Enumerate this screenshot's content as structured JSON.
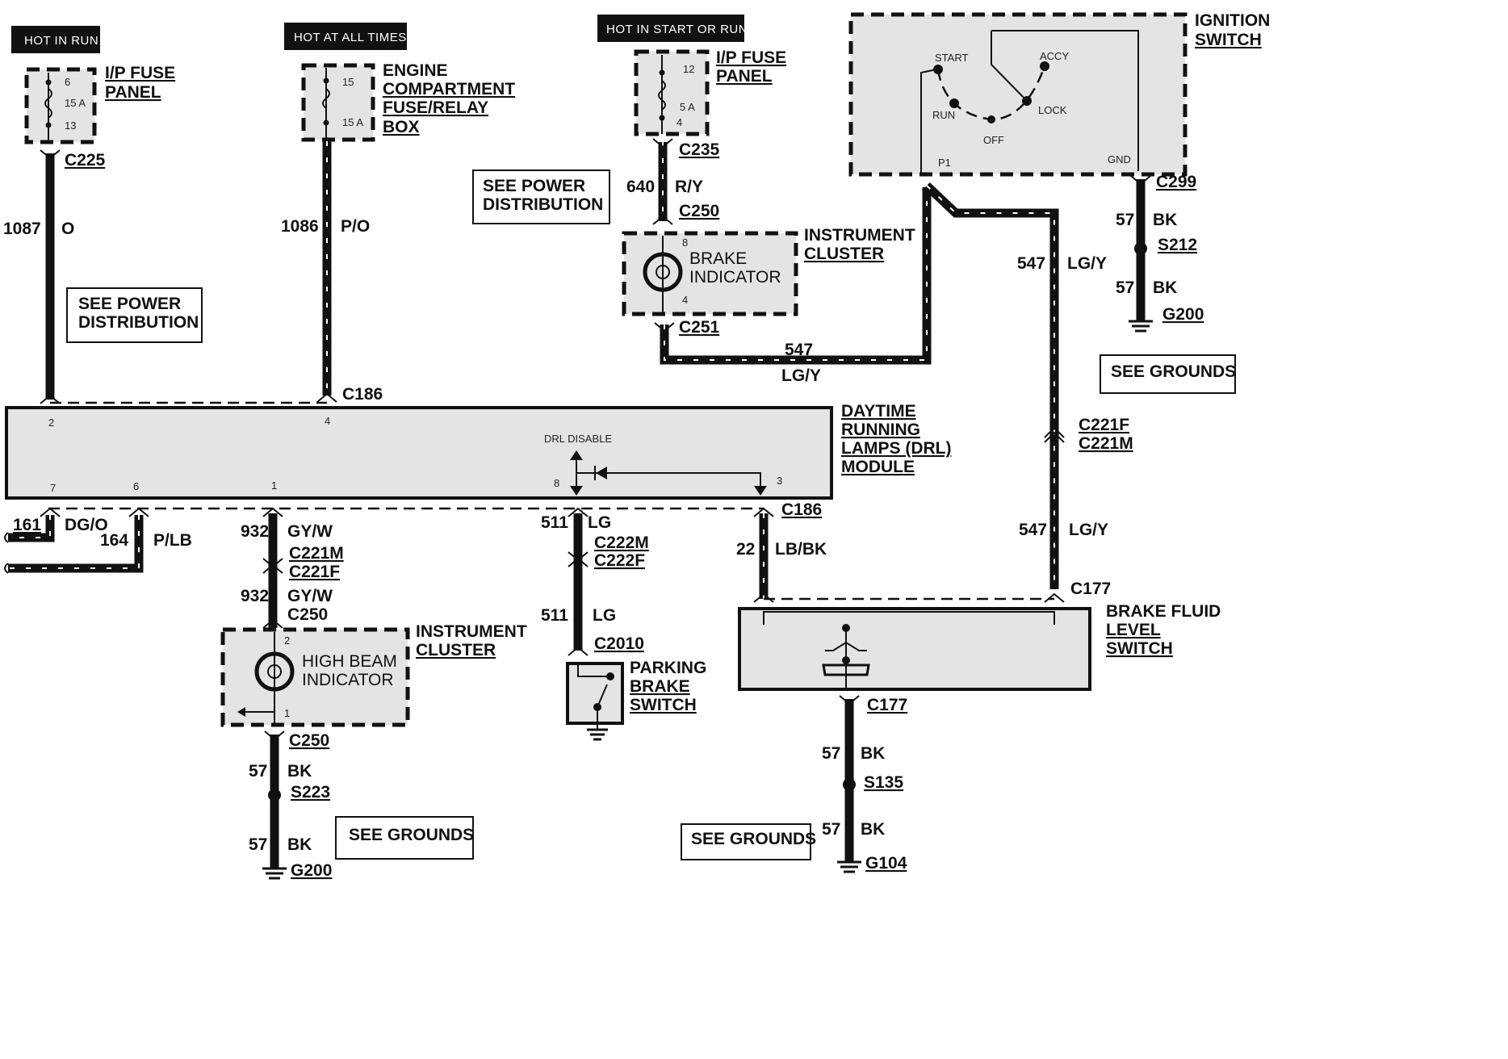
{
  "power_tags": {
    "hot_in_run": "HOT IN RUN",
    "hot_at_all_times": "HOT AT ALL TIMES",
    "hot_in_start_or_run": "HOT IN START OR RUN"
  },
  "fuse_panel_1": {
    "name": [
      "I/P FUSE",
      "PANEL"
    ],
    "fuse_no": "6",
    "rating": "15 A",
    "pin": "13",
    "connector": "C225",
    "circuit": "1087",
    "color": "O"
  },
  "fuse_box_2": {
    "name": [
      "ENGINE",
      "COMPARTMENT",
      "FUSE/RELAY",
      "BOX"
    ],
    "fuse_no": "15",
    "rating": "15 A",
    "circuit": "1086",
    "color": "P/O",
    "connector": "C186"
  },
  "fuse_panel_3": {
    "name": [
      "I/P FUSE",
      "PANEL"
    ],
    "fuse_no": "12",
    "rating": "5 A",
    "pin": "4",
    "connector_top": "C235",
    "circuit": "640",
    "color": "R/Y",
    "connector_bottom": "C250"
  },
  "see_power_1": [
    "SEE POWER",
    "DISTRIBUTION"
  ],
  "see_power_2": [
    "SEE POWER",
    "DISTRIBUTION"
  ],
  "instrument_cluster_top": {
    "name": [
      "INSTRUMENT",
      "CLUSTER"
    ],
    "indicator": [
      "BRAKE",
      "INDICATOR"
    ],
    "pin_top": "8",
    "pin_bottom": "4",
    "connector": "C251",
    "circuit": "547",
    "color": "LG/Y"
  },
  "ignition_switch": {
    "name": [
      "IGNITION",
      "SWITCH"
    ],
    "positions": [
      "START",
      "ACCY",
      "RUN",
      "LOCK",
      "OFF"
    ],
    "pin_p1": "P1",
    "pin_gnd": "GND",
    "connector": "C299",
    "gnd_circuit": "57",
    "gnd_color": "BK",
    "splice": "S212",
    "ground": "G200",
    "feed_circuit": "547",
    "feed_color": "LG/Y"
  },
  "see_grounds_1": "SEE GROUNDS",
  "see_grounds_2": "SEE GROUNDS",
  "see_grounds_3": "SEE GROUNDS",
  "drl_module": {
    "name": [
      "DAYTIME",
      "RUNNING",
      "LAMPS (DRL)",
      "MODULE"
    ],
    "pins_top": [
      "2",
      "4"
    ],
    "pins_bottom": [
      "7",
      "6",
      "1",
      "8",
      "3"
    ],
    "disable_label": "DRL DISABLE",
    "connector_bottom": "C186"
  },
  "inline_connector": [
    "C221F",
    "C221M"
  ],
  "left_outputs": {
    "circuit_a": "161",
    "color_a": "DG/O",
    "circuit_b": "164",
    "color_b": "P/LB"
  },
  "high_beam_branch": {
    "circuit": "932",
    "color": "GY/W",
    "connector_pair": [
      "C221M",
      "C221F"
    ],
    "circuit2": "932",
    "color2": "GY/W",
    "connector": "C250",
    "cluster_name": [
      "INSTRUMENT",
      "CLUSTER"
    ],
    "indicator": [
      "HIGH BEAM",
      "INDICATOR"
    ],
    "pin_top": "2",
    "pin_bottom": "1",
    "connector_bottom": "C250",
    "gnd_circuit": "57",
    "gnd_color": "BK",
    "splice": "S223",
    "gnd_circuit2": "57",
    "gnd_color2": "BK",
    "ground": "G200"
  },
  "parking_brake": {
    "circuit": "511",
    "color": "LG",
    "connector_pair": [
      "C222M",
      "C222F"
    ],
    "circuit2": "511",
    "color2": "LG",
    "connector": "C2010",
    "name": [
      "PARKING",
      "BRAKE",
      "SWITCH"
    ]
  },
  "brake_fluid": {
    "lb_circuit": "22",
    "lb_color": "LB/BK",
    "lg_circuit": "547",
    "lg_color": "LG/Y",
    "connector_top": "C177",
    "name": [
      "BRAKE FLUID",
      "LEVEL",
      "SWITCH"
    ],
    "connector_bottom": "C177",
    "gnd_circuit": "57",
    "gnd_color": "BK",
    "splice": "S135",
    "gnd_circuit2": "57",
    "gnd_color2": "BK",
    "ground": "G104"
  }
}
